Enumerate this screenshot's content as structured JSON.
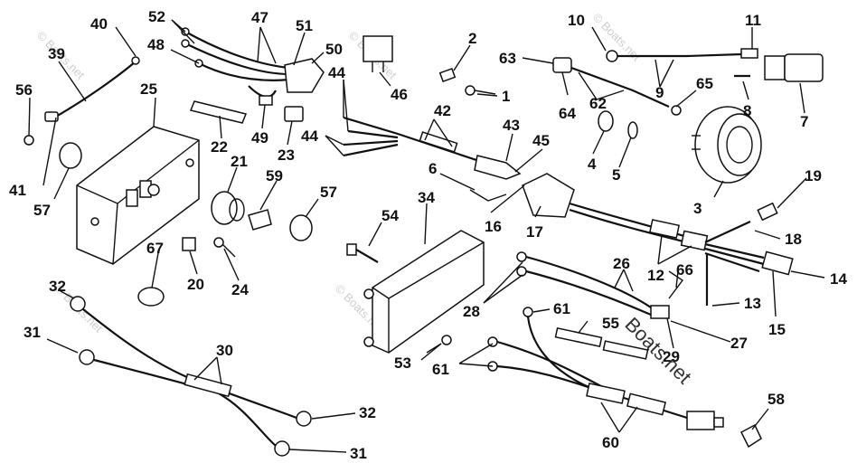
{
  "watermarks": [
    "© Boats.net",
    "© Boats.net",
    "© Boats.net",
    "© Boats.net",
    "© Boats.net",
    "Boats.net"
  ],
  "callouts": [
    {
      "id": "c40",
      "text": "40"
    },
    {
      "id": "c52",
      "text": "52"
    },
    {
      "id": "c47",
      "text": "47"
    },
    {
      "id": "c51",
      "text": "51"
    },
    {
      "id": "c39",
      "text": "39"
    },
    {
      "id": "c48",
      "text": "48"
    },
    {
      "id": "c50",
      "text": "50"
    },
    {
      "id": "c2",
      "text": "2"
    },
    {
      "id": "c10",
      "text": "10"
    },
    {
      "id": "c11",
      "text": "11"
    },
    {
      "id": "c56",
      "text": "56"
    },
    {
      "id": "c25",
      "text": "25"
    },
    {
      "id": "c44a",
      "text": "44"
    },
    {
      "id": "c46",
      "text": "46"
    },
    {
      "id": "c63",
      "text": "63"
    },
    {
      "id": "c9",
      "text": "9"
    },
    {
      "id": "c65",
      "text": "65"
    },
    {
      "id": "c8",
      "text": "8"
    },
    {
      "id": "c7",
      "text": "7"
    },
    {
      "id": "c1",
      "text": "1"
    },
    {
      "id": "c42",
      "text": "42"
    },
    {
      "id": "c62",
      "text": "62"
    },
    {
      "id": "c64",
      "text": "64"
    },
    {
      "id": "c22",
      "text": "22"
    },
    {
      "id": "c49",
      "text": "49"
    },
    {
      "id": "c23",
      "text": "23"
    },
    {
      "id": "c44b",
      "text": "44"
    },
    {
      "id": "c43",
      "text": "43"
    },
    {
      "id": "c45",
      "text": "45"
    },
    {
      "id": "c4",
      "text": "4"
    },
    {
      "id": "c5",
      "text": "5"
    },
    {
      "id": "c41",
      "text": "41"
    },
    {
      "id": "c57a",
      "text": "57"
    },
    {
      "id": "c21",
      "text": "21"
    },
    {
      "id": "c59",
      "text": "59"
    },
    {
      "id": "c6",
      "text": "6"
    },
    {
      "id": "c19",
      "text": "19"
    },
    {
      "id": "c3",
      "text": "3"
    },
    {
      "id": "c57b",
      "text": "57"
    },
    {
      "id": "c34",
      "text": "34"
    },
    {
      "id": "c16",
      "text": "16"
    },
    {
      "id": "c17",
      "text": "17"
    },
    {
      "id": "c54",
      "text": "54"
    },
    {
      "id": "c18",
      "text": "18"
    },
    {
      "id": "c67",
      "text": "67"
    },
    {
      "id": "c12",
      "text": "12"
    },
    {
      "id": "c14",
      "text": "14"
    },
    {
      "id": "c20",
      "text": "20"
    },
    {
      "id": "c24",
      "text": "24"
    },
    {
      "id": "c26",
      "text": "26"
    },
    {
      "id": "c66",
      "text": "66"
    },
    {
      "id": "c32a",
      "text": "32"
    },
    {
      "id": "c28",
      "text": "28"
    },
    {
      "id": "c13",
      "text": "13"
    },
    {
      "id": "c15",
      "text": "15"
    },
    {
      "id": "c61a",
      "text": "61"
    },
    {
      "id": "c55",
      "text": "55"
    },
    {
      "id": "c31a",
      "text": "31"
    },
    {
      "id": "c29",
      "text": "29"
    },
    {
      "id": "c27",
      "text": "27"
    },
    {
      "id": "c30",
      "text": "30"
    },
    {
      "id": "c53",
      "text": "53"
    },
    {
      "id": "c61b",
      "text": "61"
    },
    {
      "id": "c32b",
      "text": "32"
    },
    {
      "id": "c58",
      "text": "58"
    },
    {
      "id": "c60",
      "text": "60"
    },
    {
      "id": "c31b",
      "text": "31"
    }
  ]
}
